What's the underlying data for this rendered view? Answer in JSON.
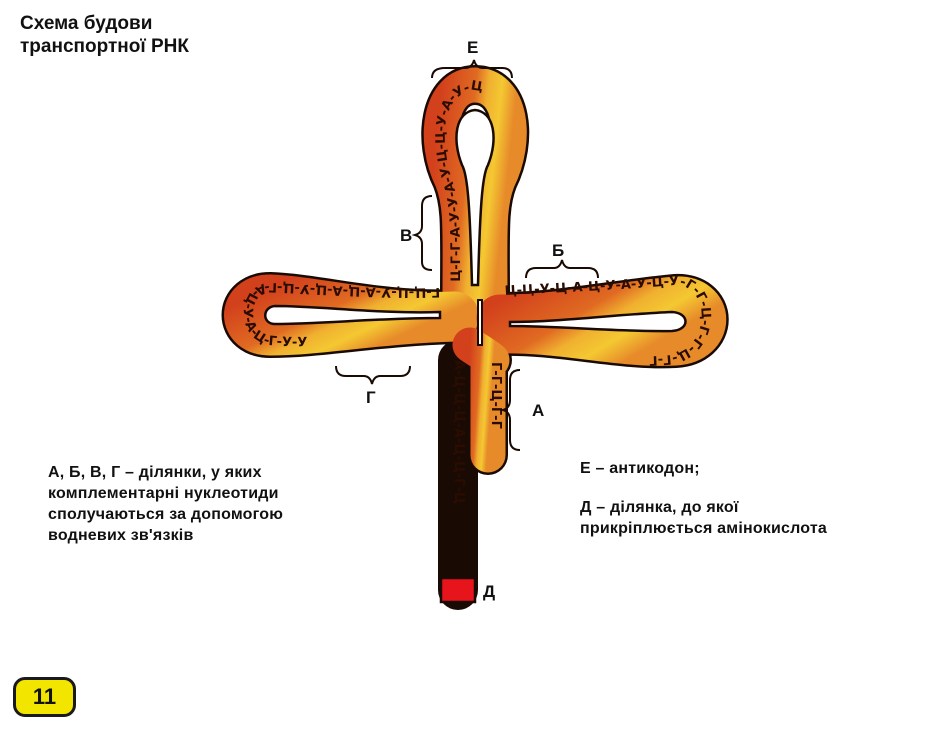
{
  "title": {
    "line1": "Схема будови",
    "line2": "транспортної РНК"
  },
  "labels": {
    "A": "А",
    "B": "Б",
    "V": "В",
    "G": "Г",
    "D": "Д",
    "E": "Е"
  },
  "legend_left": {
    "line1": "А, Б, В, Г – ділянки, у яких",
    "line2": "комплементарні  нуклеотиди",
    "line3": "сполучаються за допомогою",
    "line4": "водневих зв'язків"
  },
  "legend_right": {
    "line1": "Е – антикодон;",
    "line2": "Д – ділянка, до якої",
    "line3": "прикріплюється амінокислота"
  },
  "page_number": "11",
  "sequences": {
    "stem_left": "А-Ц-Ц-Ц-А-Ц-Ц-Г-Ц",
    "stem_right": "Г-Г-Ц-Г-Г",
    "top_loop": "Ц-Г-Г-А-У-У-А-У-Ц-Ц-У-А-У-Ц",
    "left_loop": "Г-Ц-Ц-У-А-Ц-А-Ц-У-Ц-Г-А-Ц-У-А-Ц-Г-У-У",
    "right_loop": "Ц-Ц-У-Ц-А-Ц-У-А-У-Ц-У-Г-Г-Ц-Г-Г-Ц-Г-Г"
  },
  "colors": {
    "molecule_dark": "#c8361a",
    "molecule_light": "#f4c832",
    "amino_site": "#e8141c",
    "outline": "#1a0a04",
    "badge": "#f2e500"
  }
}
